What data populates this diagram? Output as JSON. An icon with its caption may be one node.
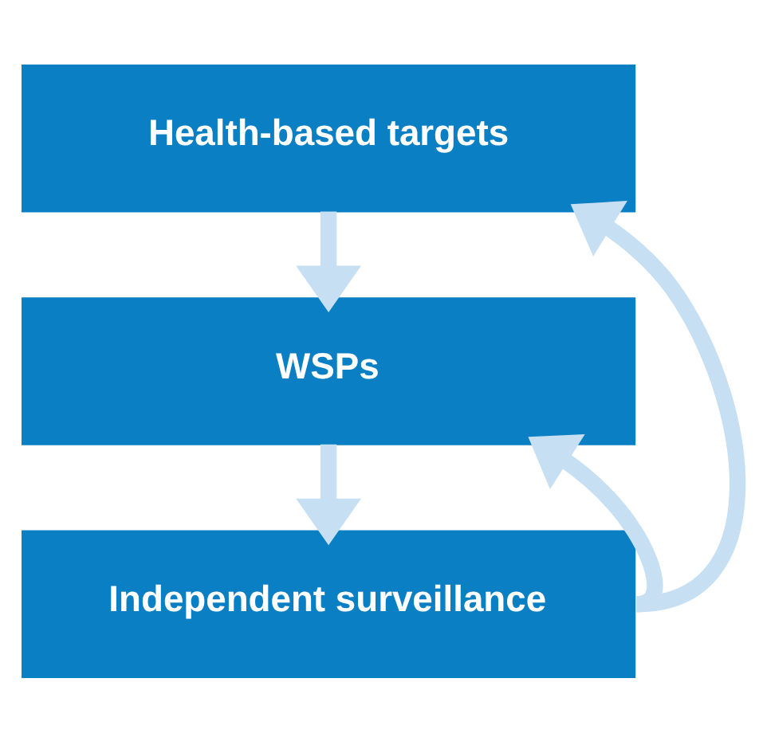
{
  "diagram": {
    "nodes": [
      {
        "text": [
          "Health-based targets"
        ]
      },
      {
        "text": [
          "WSPs"
        ]
      },
      {
        "text": [
          "Independent surveillance"
        ]
      }
    ],
    "edges": [
      {
        "from": 0,
        "to": 1,
        "arrow": "to"
      },
      {
        "from": 1,
        "to": 2,
        "arrow": "to"
      },
      {
        "from": 2,
        "to": 0,
        "arrow": "to"
      },
      {
        "from": 2,
        "to": 1,
        "arrow": "to"
      }
    ]
  }
}
